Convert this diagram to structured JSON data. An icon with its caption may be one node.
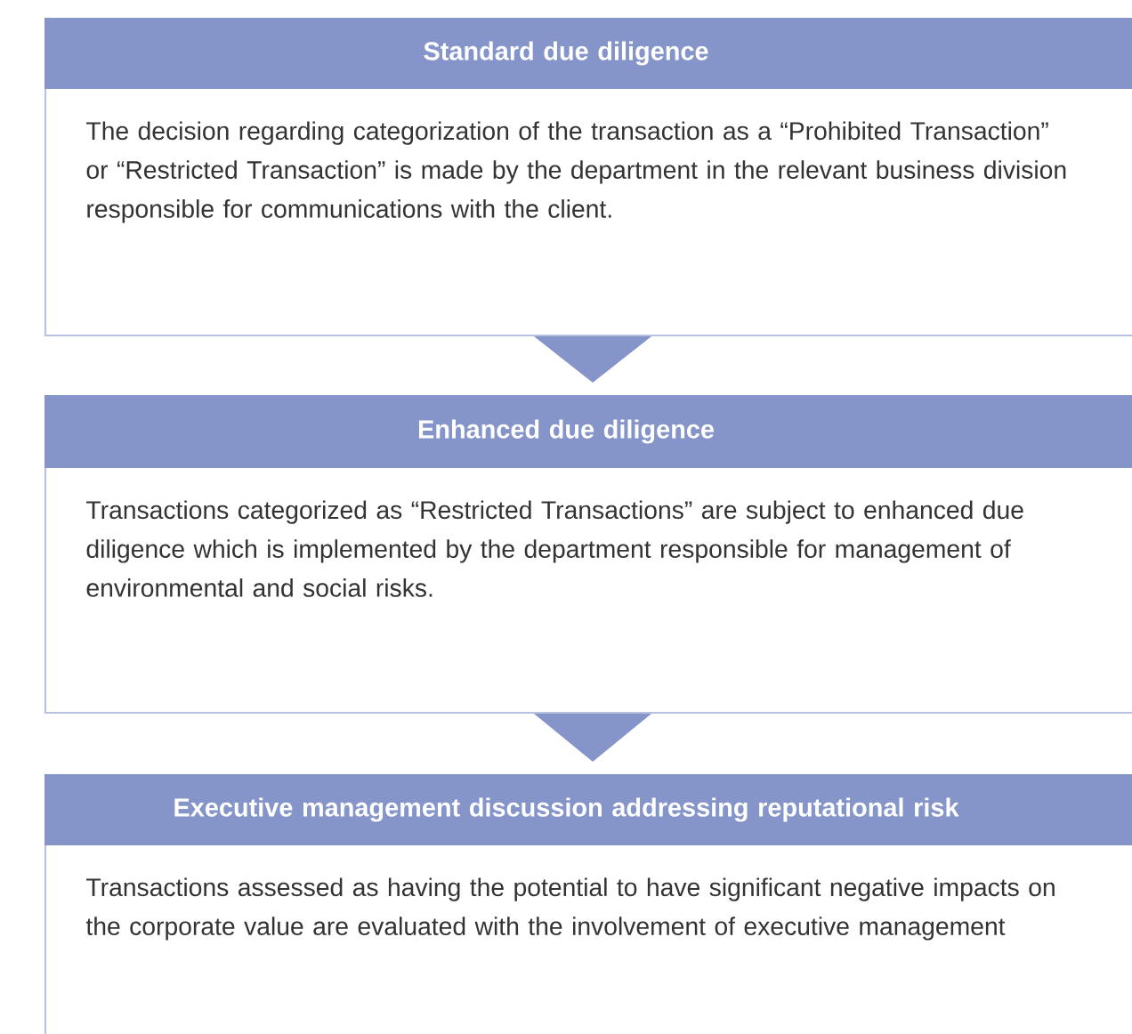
{
  "diagram": {
    "nodes": [
      {
        "text": [
          "Standard due diligence",
          "The decision regarding categorization of the transaction as a “Prohibited Transaction” or “Restricted Transaction” is made by the department in the relevant business division responsible for communications with the client."
        ]
      },
      {
        "text": [
          "Enhanced due diligence",
          "Transactions categorized as “Restricted Transactions” are subject to enhanced due diligence which is implemented by the department responsible for management of environmental and social risks."
        ]
      },
      {
        "text": [
          "Executive management discussion addressing reputational risk",
          "Transactions assessed as having the potential to have significant negative impacts on the corporate value are evaluated with the involvement of executive management"
        ]
      }
    ],
    "edges": [
      {
        "from": 0,
        "to": 1,
        "arrow": "to"
      },
      {
        "from": 1,
        "to": 2,
        "arrow": "to"
      }
    ]
  }
}
